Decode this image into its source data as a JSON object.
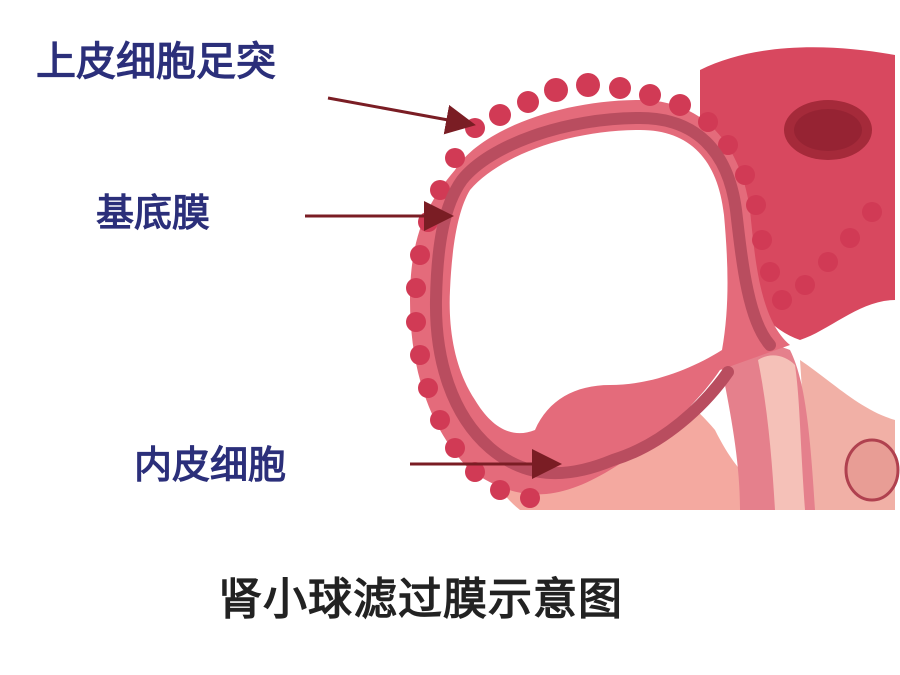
{
  "labels": {
    "podocyte_foot_process": "上皮细胞足突",
    "basement_membrane": "基底膜",
    "endothelial_cell": "内皮细胞"
  },
  "caption": "肾小球滤过膜示意图",
  "colors": {
    "label_text": "#2b2f7a",
    "caption_text": "#222222",
    "arrow": "#7a1d24",
    "tissue_dark": "#cf3a55",
    "tissue_mid": "#e46b7b",
    "tissue_light": "#f6b7ad",
    "basement": "#b94d5f",
    "nucleus": "#a52a3a"
  }
}
